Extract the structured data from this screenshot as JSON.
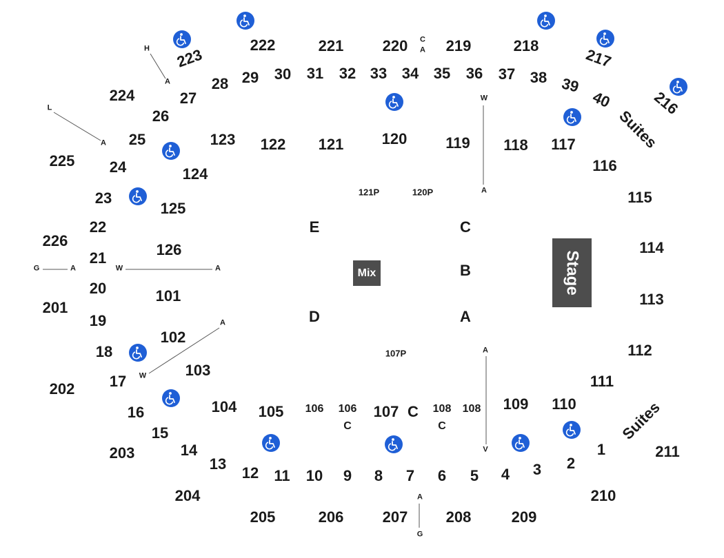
{
  "map": {
    "stage_label": "Stage",
    "mix_label": "Mix",
    "floor": [
      "E",
      "C",
      "B",
      "D",
      "A"
    ],
    "parking": [
      "121P",
      "120P",
      "107P"
    ],
    "upper": [
      "222",
      "221",
      "220",
      "219",
      "218",
      "223",
      "217",
      "224",
      "216",
      "225",
      "226",
      "201",
      "202",
      "203",
      "204",
      "205",
      "206",
      "207",
      "208",
      "209",
      "210",
      "211"
    ],
    "lower": [
      "123",
      "122",
      "121",
      "120",
      "119",
      "118",
      "117",
      "116",
      "115",
      "114",
      "113",
      "112",
      "111",
      "110",
      "109",
      "124",
      "125",
      "126",
      "101",
      "102",
      "103",
      "104",
      "105",
      "106",
      "106",
      "107",
      "108",
      "108"
    ],
    "ring": [
      "28",
      "29",
      "30",
      "31",
      "32",
      "33",
      "34",
      "35",
      "36",
      "37",
      "38",
      "39",
      "40",
      "27",
      "26",
      "25",
      "24",
      "23",
      "22",
      "21",
      "20",
      "19",
      "18",
      "17",
      "16",
      "15",
      "14",
      "13",
      "12",
      "11",
      "10",
      "9",
      "8",
      "7",
      "6",
      "5",
      "4",
      "3",
      "2",
      "1"
    ],
    "row_c": [
      "C",
      "C",
      "C"
    ],
    "suites": [
      "Suites",
      "Suites"
    ],
    "markers": [
      "H",
      "A",
      "L",
      "A",
      "G",
      "A",
      "W",
      "A",
      "A",
      "W",
      "C",
      "A",
      "W",
      "A",
      "A",
      "V",
      "A",
      "G"
    ]
  },
  "icons": {
    "wheelchair": "wheelchair-icon",
    "color": "#1f5fd6"
  }
}
